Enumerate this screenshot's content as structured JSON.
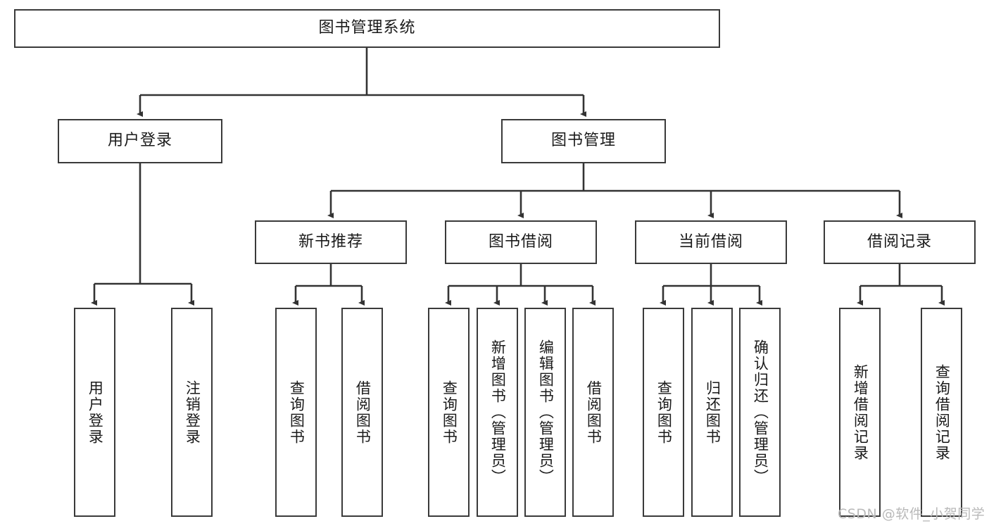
{
  "diagram": {
    "type": "tree-hierarchy-functional-decomposition",
    "title": "图书管理系统",
    "watermark": "CSDN @软件_小贺同学",
    "colors": {
      "box_border": "#3a3a3a",
      "box_fill": "#ffffff",
      "edge": "#333333",
      "text": "#1a1a1a",
      "watermark": "#b9b9b9",
      "background": "#ffffff"
    },
    "levels": {
      "root": {
        "label": "图书管理系统"
      },
      "level2": [
        {
          "label": "用户登录"
        },
        {
          "label": "图书管理"
        }
      ],
      "level3": [
        {
          "label": "新书推荐"
        },
        {
          "label": "图书借阅"
        },
        {
          "label": "当前借阅"
        },
        {
          "label": "借阅记录"
        }
      ],
      "leaves": {
        "user_login": [
          {
            "label": "用户登录"
          },
          {
            "label": "注销登录"
          }
        ],
        "new_book_recommend": [
          {
            "label": "查询图书"
          },
          {
            "label": "借阅图书"
          }
        ],
        "book_borrow": [
          {
            "label": "查询图书"
          },
          {
            "label": "新增图书（管理员）"
          },
          {
            "label": "编辑图书（管理员）"
          },
          {
            "label": "借阅图书"
          }
        ],
        "current_borrow": [
          {
            "label": "查询图书"
          },
          {
            "label": "归还图书"
          },
          {
            "label": "确认归还（管理员）"
          }
        ],
        "borrow_record": [
          {
            "label": "新增借阅记录"
          },
          {
            "label": "查询借阅记录"
          }
        ]
      }
    }
  }
}
